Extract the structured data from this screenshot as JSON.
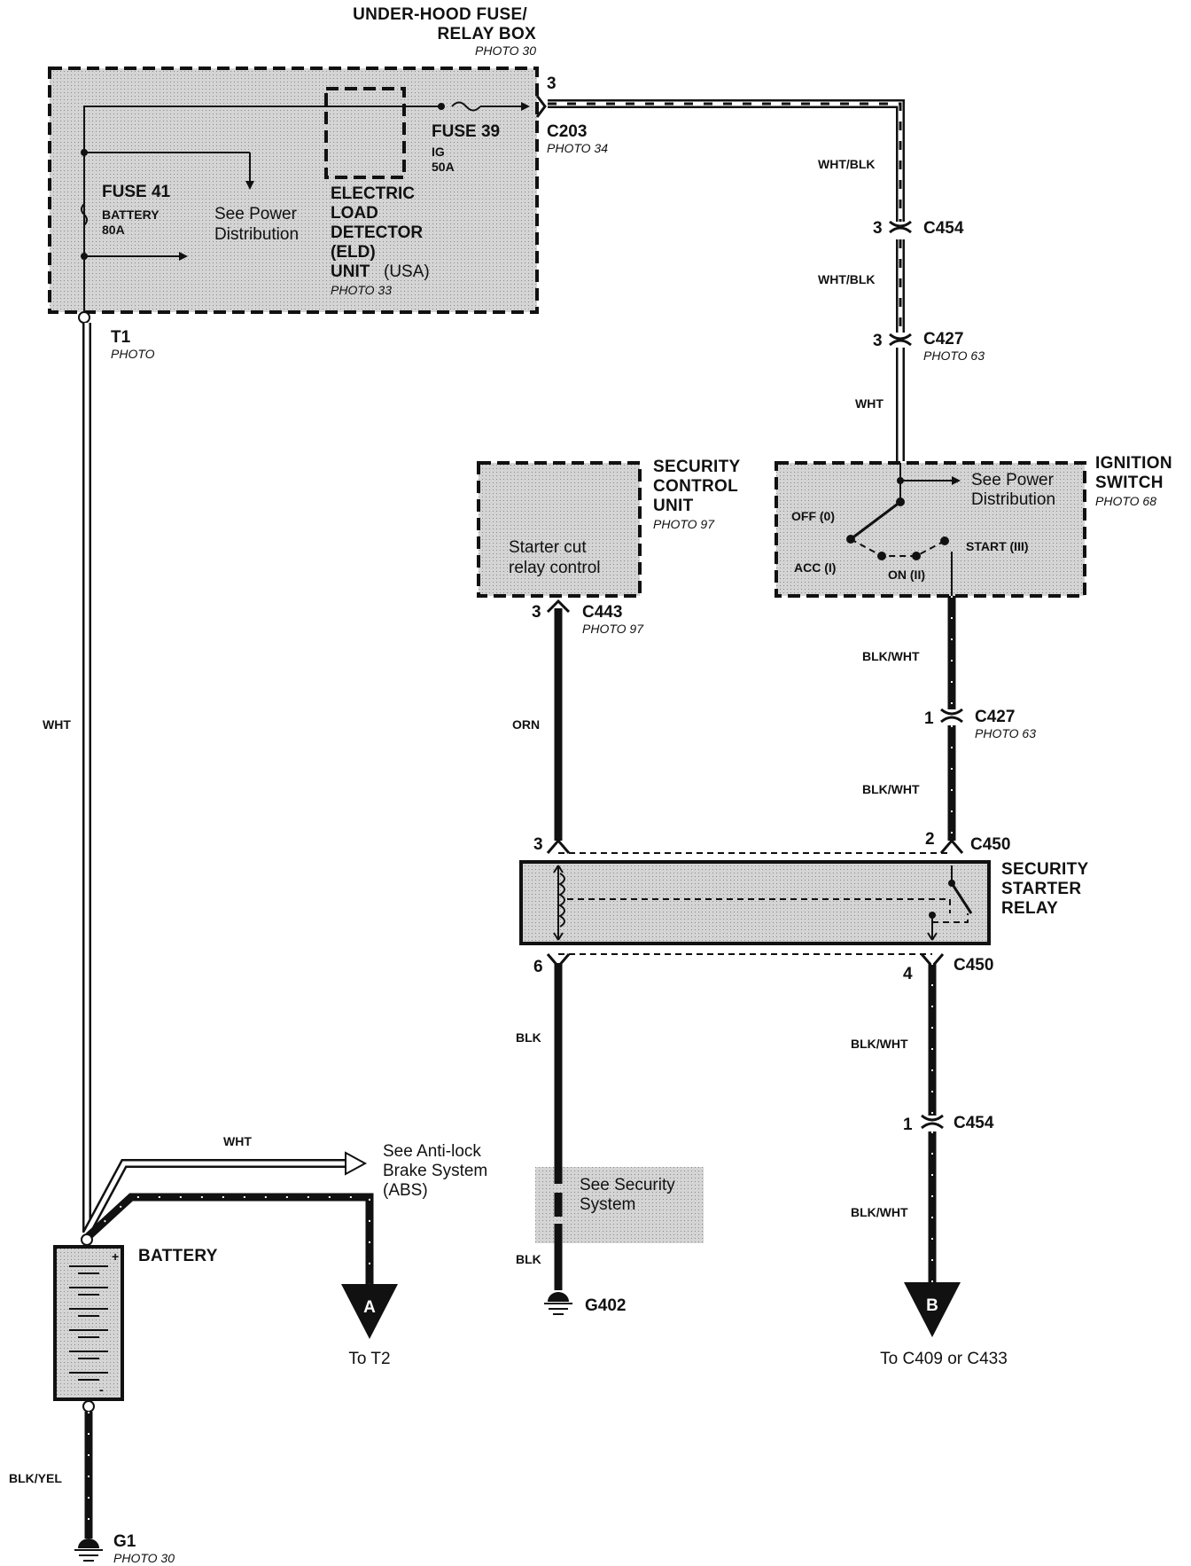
{
  "fuse_box": {
    "title_line1": "UNDER-HOOD FUSE/",
    "title_line2": "RELAY BOX",
    "photo": "PHOTO 30",
    "fuse41_label": "FUSE 41",
    "fuse41_sub1": "BATTERY",
    "fuse41_sub2": "80A",
    "fuse39_label": "FUSE 39",
    "fuse39_sub1": "IG",
    "fuse39_sub2": "50A",
    "see_power_line1": "See Power",
    "see_power_line2": "Distribution",
    "eld_line1": "ELECTRIC",
    "eld_line2": "LOAD",
    "eld_line3": "DETECTOR",
    "eld_line4": "(ELD)",
    "eld_line5a": "UNIT",
    "eld_line5b": "(USA)",
    "eld_photo": "PHOTO 33",
    "pin3": "3"
  },
  "connectors": {
    "c203": "C203",
    "c203_photo": "PHOTO 34",
    "t1": "T1",
    "t1_photo": "PHOTO",
    "c454_top": "C454",
    "c454_top_pin": "3",
    "c427_top": "C427",
    "c427_top_pin": "3",
    "c427_top_photo": "PHOTO 63",
    "c443": "C443",
    "c443_pin": "3",
    "c443_photo": "PHOTO 97",
    "c427_mid": "C427",
    "c427_mid_pin": "1",
    "c427_mid_photo": "PHOTO 63",
    "c450_top": "C450",
    "c450_pin3": "3",
    "c450_pin2": "2",
    "c450_bot": "C450",
    "c450_pin6": "6",
    "c450_pin4": "4",
    "c454_bot": "C454",
    "c454_bot_pin": "1"
  },
  "wires": {
    "wht_blk_1": "WHT/BLK",
    "wht_blk_2": "WHT/BLK",
    "wht_top": "WHT",
    "wht_left": "WHT",
    "orn": "ORN",
    "blk_wht_1": "BLK/WHT",
    "blk_wht_2": "BLK/WHT",
    "blk_wht_3": "BLK/WHT",
    "blk_wht_4": "BLK/WHT",
    "blk_1": "BLK",
    "blk_2": "BLK",
    "wht_abs": "WHT",
    "blk_yel": "BLK/YEL"
  },
  "security_control": {
    "title_line1": "SECURITY",
    "title_line2": "CONTROL",
    "title_line3": "UNIT",
    "photo": "PHOTO 97",
    "inner_line1": "Starter cut",
    "inner_line2": "relay control"
  },
  "ignition": {
    "title_line1": "IGNITION",
    "title_line2": "SWITCH",
    "photo": "PHOTO 68",
    "see_power_line1": "See Power",
    "see_power_line2": "Distribution",
    "off": "OFF (0)",
    "acc": "ACC (I)",
    "on": "ON (II)",
    "start": "START (III)"
  },
  "relay": {
    "title_line1": "SECURITY",
    "title_line2": "STARTER",
    "title_line3": "RELAY"
  },
  "abs": {
    "line1": "See Anti-lock",
    "line2": "Brake System",
    "line3": "(ABS)"
  },
  "security_system": {
    "line1": "See Security",
    "line2": "System"
  },
  "battery": {
    "label": "BATTERY",
    "plus": "+",
    "minus": "-"
  },
  "grounds": {
    "g1": "G1",
    "g1_photo": "PHOTO 30",
    "g402": "G402"
  },
  "offpage": {
    "a_letter": "A",
    "a_text": "To T2",
    "b_letter": "B",
    "b_text": "To C409 or C433"
  }
}
